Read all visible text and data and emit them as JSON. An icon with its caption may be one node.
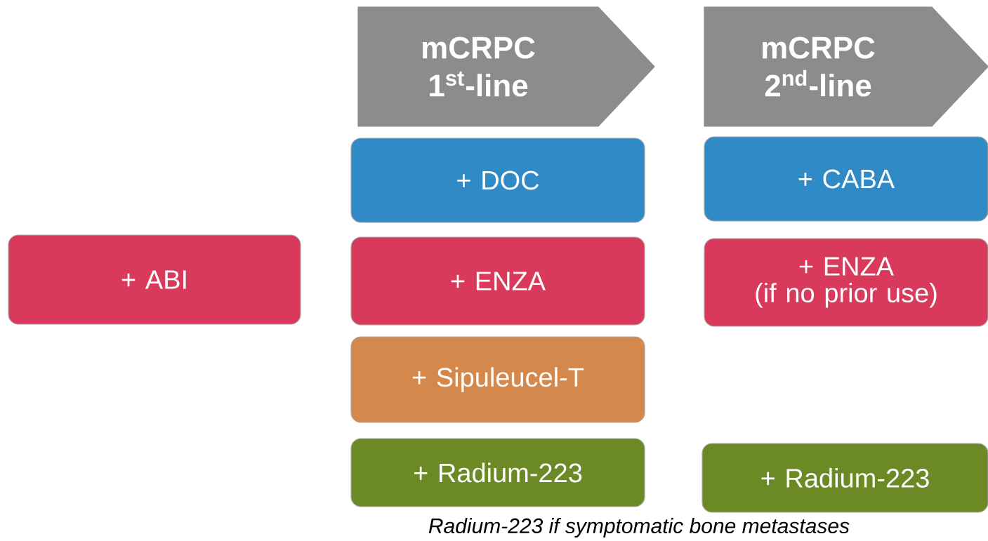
{
  "diagram": {
    "nodes": [
      {
        "text": [
          "+ ABI"
        ]
      },
      {
        "text": [
          "mCRPC 1$^{st}$-line"
        ]
      },
      {
        "text": [
          "+ DOC"
        ]
      },
      {
        "text": [
          "+ ENZA"
        ]
      },
      {
        "text": [
          "+ Sipuleucel-T"
        ]
      },
      {
        "text": [
          "+ Radium-223"
        ]
      },
      {
        "text": [
          "mCRPC 2$^{nd}$-line"
        ]
      },
      {
        "text": [
          "+ CABA"
        ]
      },
      {
        "text": [
          "+ ENZA",
          "(if no prior use)"
        ]
      },
      {
        "text": [
          "+ Radium-223"
        ]
      }
    ],
    "labels": [
      "*Radium-223 if symptomatic bone metastases*"
    ]
  }
}
